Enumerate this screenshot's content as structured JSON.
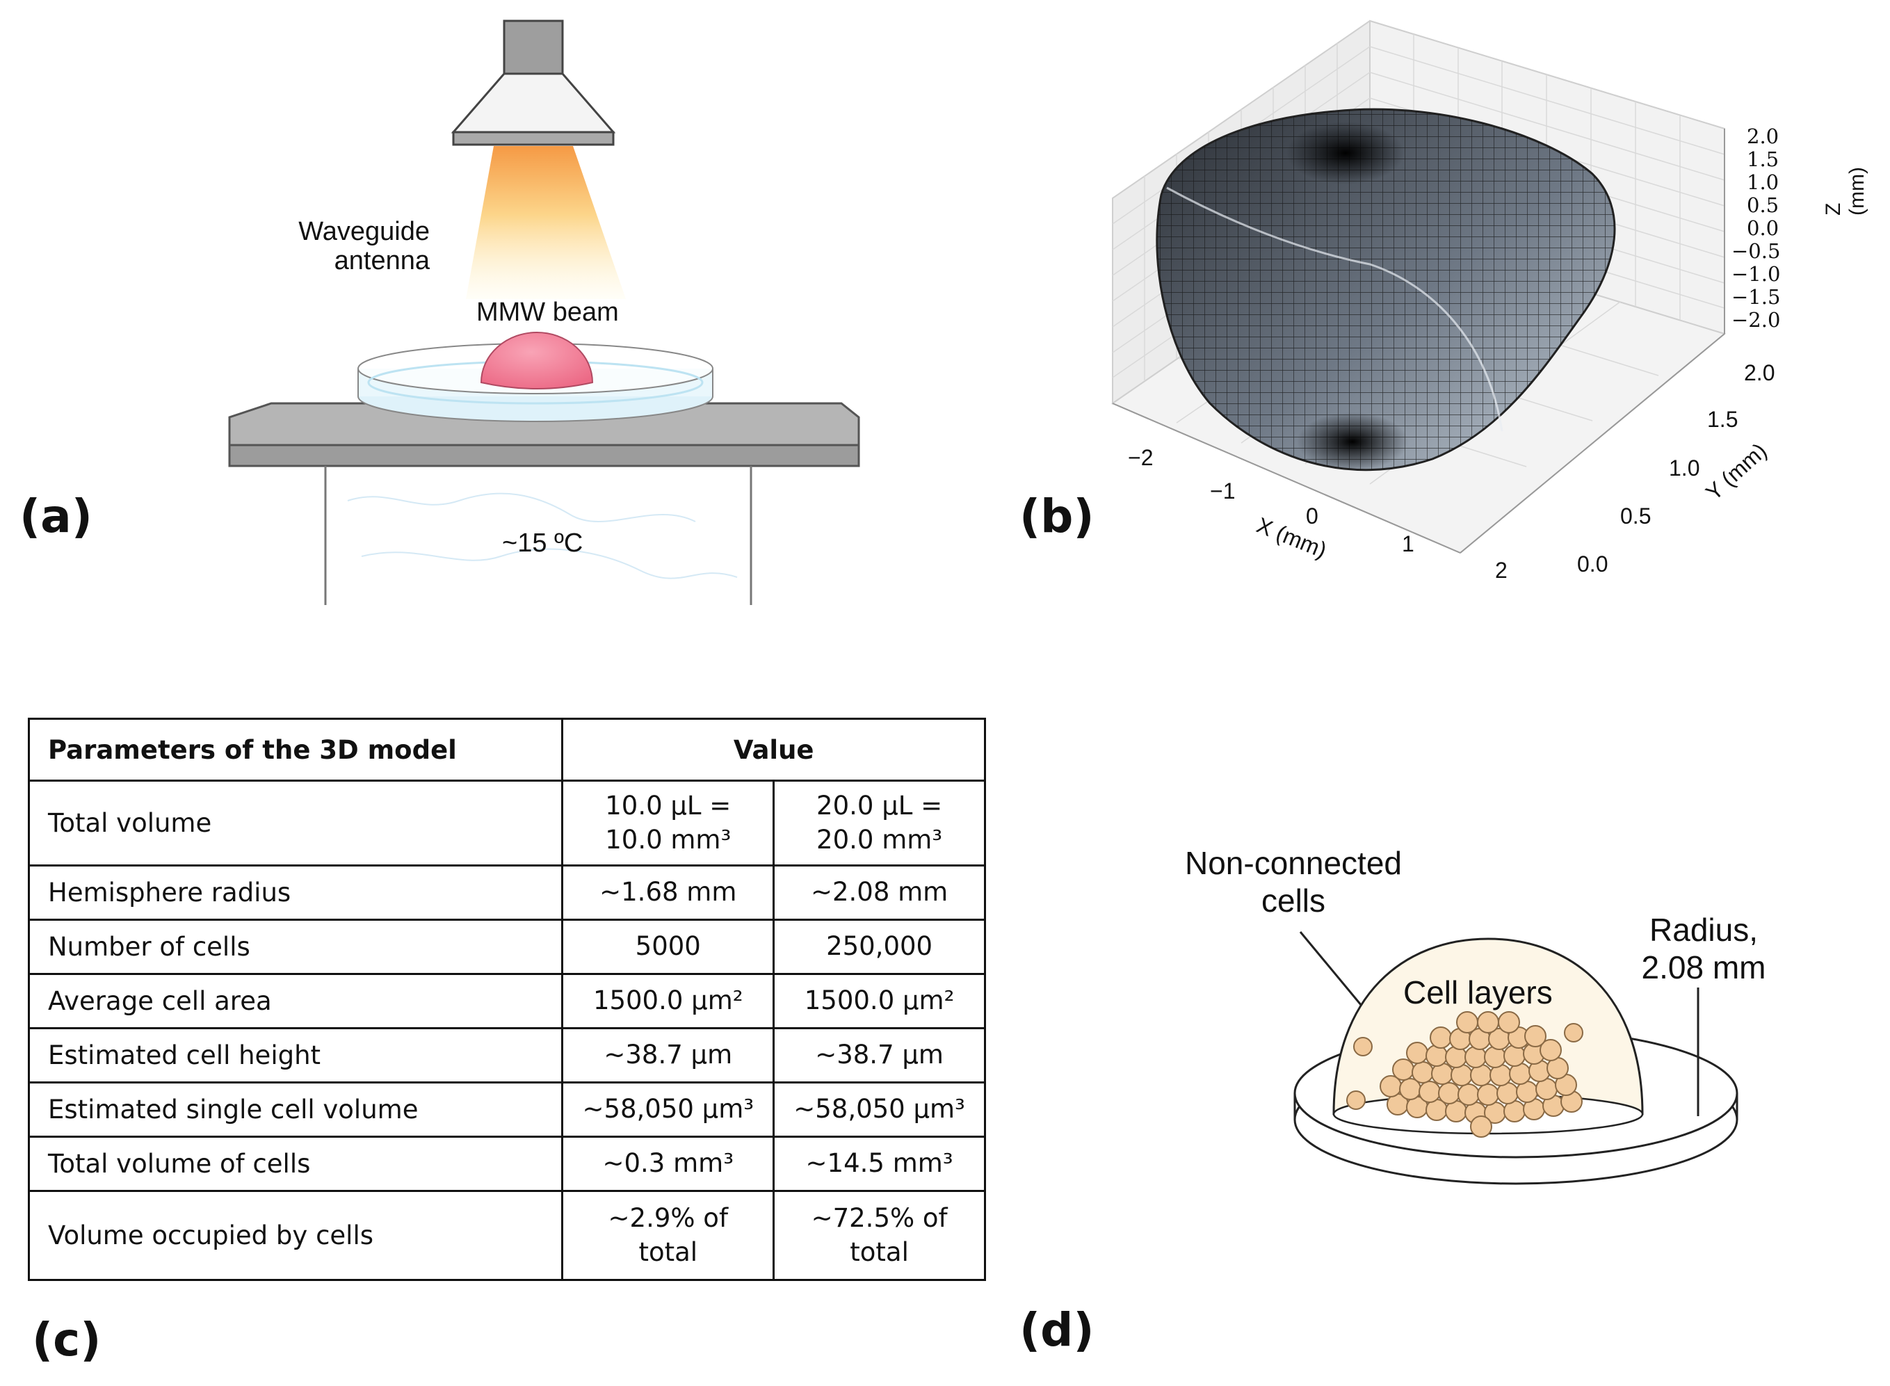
{
  "panels": {
    "a": {
      "label": "(a)",
      "antenna_label_line1": "Waveguide",
      "antenna_label_line2": "antenna",
      "beam_label": "MMW beam",
      "temperature_label": "~15 ºC"
    },
    "b": {
      "label": "(b)",
      "x_axis": {
        "label": "X (mm)",
        "ticks": [
          "−2",
          "−1",
          "0",
          "1",
          "2"
        ]
      },
      "y_axis": {
        "label": "Y (mm)",
        "ticks": [
          "0.0",
          "0.5",
          "1.0",
          "1.5",
          "2.0"
        ]
      },
      "z_axis": {
        "label": "Z (mm)",
        "ticks": [
          "2.0",
          "1.5",
          "1.0",
          "0.5",
          "0.0",
          "−0.5",
          "−1.0",
          "−1.5",
          "−2.0"
        ]
      }
    },
    "c": {
      "label": "(c)",
      "table": {
        "header": [
          "Parameters of the 3D model",
          "Value"
        ],
        "rows": [
          {
            "param": "Total volume",
            "v1": "10.0 µL = 10.0 mm³",
            "v2": "20.0 µL = 20.0 mm³"
          },
          {
            "param": "Hemisphere radius",
            "v1": "~1.68 mm",
            "v2": "~2.08 mm"
          },
          {
            "param": "Number of cells",
            "v1": "5000",
            "v2": "250,000"
          },
          {
            "param": "Average cell area",
            "v1": "1500.0 µm²",
            "v2": "1500.0 µm²"
          },
          {
            "param": "Estimated cell height",
            "v1": "~38.7 µm",
            "v2": "~38.7 µm"
          },
          {
            "param": "Estimated single cell volume",
            "v1": "~58,050 µm³",
            "v2": "~58,050 µm³"
          },
          {
            "param": "Total volume of cells",
            "v1": "~0.3 mm³",
            "v2": "~14.5 mm³"
          },
          {
            "param": "Volume occupied by cells",
            "v1": "~2.9% of total",
            "v2": "~72.5% of total"
          }
        ]
      }
    },
    "d": {
      "label": "(d)",
      "noncon_line1": "Non-connected",
      "noncon_line2": "cells",
      "layers_label": "Cell layers",
      "radius_line1": "Radius,",
      "radius_line2": "2.08 mm"
    }
  },
  "colors": {
    "beam_top": "#f7a34b",
    "beam_bottom": "#fff8d0",
    "hemisphere_pink": "#f07a93",
    "surface_dark": "#3a3f47",
    "surface_light": "#c9d2dc",
    "cell_fill": "#f1c99b",
    "dome_fill": "#fdf6e7",
    "platform_gray": "#b5b5b5"
  }
}
